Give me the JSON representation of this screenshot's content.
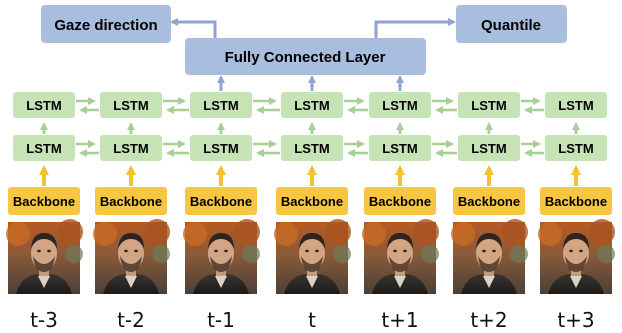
{
  "top": {
    "gaze_label": "Gaze direction",
    "quantile_label": "Quantile",
    "fc_label": "Fully Connected Layer"
  },
  "lstm_label": "LSTM",
  "backbone_label": "Backbone",
  "time_steps": [
    "t-3",
    "t-2",
    "t-1",
    "t",
    "t+1",
    "t+2",
    "t+3"
  ],
  "colors": {
    "top_box_fill": "#a9bedf",
    "lstm_fill": "#c6e3b6",
    "backbone_fill": "#f7c744",
    "arrow_blue": "#8da5cf",
    "arrow_green": "#a8d095",
    "arrow_yellow": "#f2c230"
  }
}
